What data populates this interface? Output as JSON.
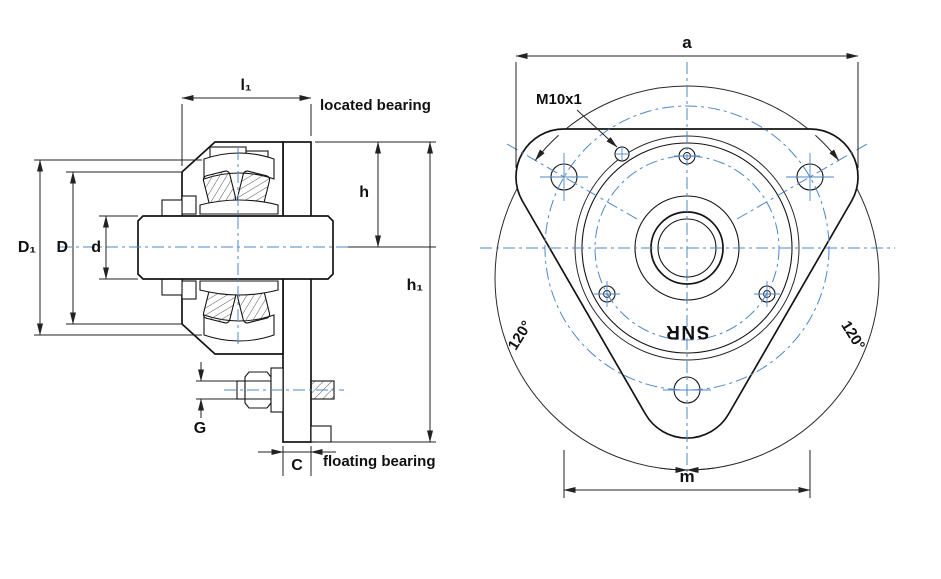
{
  "side_view": {
    "dim_l1": "l₁",
    "located_bearing_label": "located bearing",
    "dim_h": "h",
    "dim_h1": "h₁",
    "dim_D1": "D₁",
    "dim_D": "D",
    "dim_d": "d",
    "dim_G": "G",
    "dim_C": "C",
    "floating_bearing_label": "floating bearing"
  },
  "front_view": {
    "dim_a": "a",
    "dim_m": "m",
    "thread_label": "M10x1",
    "angle_left_label": "120°",
    "angle_right_label": "120°",
    "brand": "SNR"
  },
  "colors": {
    "object_line": "#141414",
    "dimension_line": "#222222",
    "centerline_blue": "#4e87c7",
    "background": "#ffffff"
  }
}
